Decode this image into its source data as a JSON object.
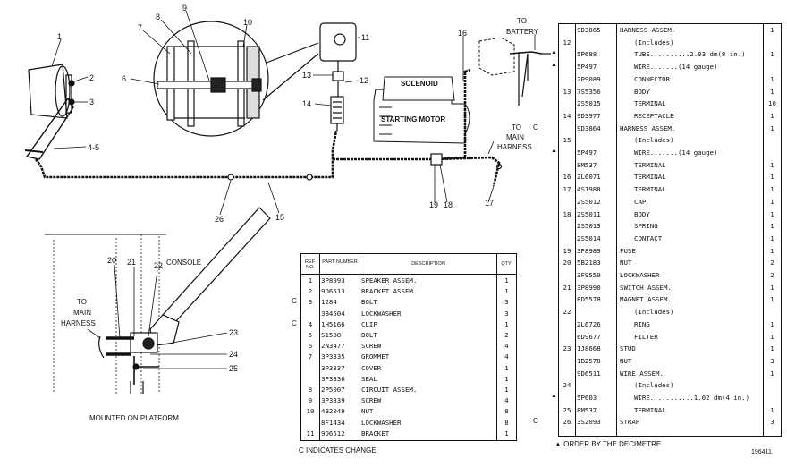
{
  "diagram": {
    "callouts": [
      "1",
      "2",
      "3",
      "4-5",
      "6",
      "7",
      "8",
      "9",
      "10",
      "11",
      "12",
      "13",
      "14",
      "15",
      "16",
      "17",
      "18",
      "19",
      "20",
      "21",
      "22",
      "23",
      "24",
      "25",
      "26"
    ],
    "labels": {
      "to_battery_1": "TO",
      "to_battery_2": "BATTERY",
      "solenoid": "SOLENOID",
      "starting_motor": "STARTING MOTOR",
      "to_main_harness_right_1": "TO",
      "to_main_harness_right_2": "MAIN",
      "to_main_harness_right_3": "HARNESS",
      "to_main_harness_left_1": "TO",
      "to_main_harness_left_2": "MAIN",
      "to_main_harness_left_3": "HARNESS",
      "console": "CONSOLE",
      "mounted_on_platform": "MOUNTED ON PLATFORM"
    }
  },
  "table1": {
    "headers": {
      "ref": "REF. NO.",
      "part": "PART NUMBER",
      "desc": "DESCRIPTION",
      "qty": "QTY"
    },
    "rows": [
      {
        "c": "",
        "ref": "1",
        "part": "3P8993",
        "desc": "SPEAKER ASSEM.",
        "qty": "1"
      },
      {
        "c": "",
        "ref": "2",
        "part": "9D6513",
        "desc": "BRACKET ASSEM.",
        "qty": "1"
      },
      {
        "c": "C",
        "ref": "3",
        "part": "1284",
        "desc": "BOLT",
        "qty": "3"
      },
      {
        "c": "",
        "ref": "",
        "part": "3B4504",
        "desc": "LOCKWASHER",
        "qty": "3"
      },
      {
        "c": "C",
        "ref": "4",
        "part": "1H5166",
        "desc": "CLIP",
        "qty": "1"
      },
      {
        "c": "",
        "ref": "5",
        "part": "S1588",
        "desc": "BOLT",
        "qty": "2"
      },
      {
        "c": "",
        "ref": "6",
        "part": "2N3477",
        "desc": "SCREW",
        "qty": "4"
      },
      {
        "c": "",
        "ref": "7",
        "part": "3P3335",
        "desc": "GROMMET",
        "qty": "4"
      },
      {
        "c": "",
        "ref": "",
        "part": "3P3337",
        "desc": "COVER",
        "qty": "1"
      },
      {
        "c": "",
        "ref": "",
        "part": "3P3336",
        "desc": "SEAL",
        "qty": "1"
      },
      {
        "c": "",
        "ref": "8",
        "part": "2P5007",
        "desc": "CIRCUIT ASSEM.",
        "qty": "1"
      },
      {
        "c": "",
        "ref": "9",
        "part": "3P3339",
        "desc": "SCREW",
        "qty": "4"
      },
      {
        "c": "",
        "ref": "10",
        "part": "4B2049",
        "desc": "NUT",
        "qty": "8"
      },
      {
        "c": "",
        "ref": "",
        "part": "8F1434",
        "desc": "LOCKWASHER",
        "qty": "8"
      },
      {
        "c": "",
        "ref": "11",
        "part": "9D6512",
        "desc": "BRACKET",
        "qty": "1"
      }
    ],
    "footnote": "C INDICATES CHANGE"
  },
  "table2": {
    "rows": [
      {
        "mark": "",
        "c": "",
        "ref": "",
        "part": "9D3865",
        "desc": "HARNESS ASSEM.",
        "qty": "1"
      },
      {
        "mark": "",
        "c": "",
        "ref": "12",
        "part": "",
        "desc": "(Includes)",
        "qty": ""
      },
      {
        "mark": "▲",
        "c": "",
        "ref": "",
        "part": "5P688",
        "desc": "TUBE..........2.03 dm(8 in.)",
        "qty": "1"
      },
      {
        "mark": "▲",
        "c": "",
        "ref": "",
        "part": "5P497",
        "desc": "WIRE.......(14 gauge)",
        "qty": ""
      },
      {
        "mark": "",
        "c": "",
        "ref": "",
        "part": "2P9089",
        "desc": "CONNECTOR",
        "qty": "1"
      },
      {
        "mark": "",
        "c": "",
        "ref": "13",
        "part": "7S5356",
        "desc": "BODY",
        "qty": "1"
      },
      {
        "mark": "",
        "c": "",
        "ref": "",
        "part": "2S5015",
        "desc": "TERMINAL",
        "qty": "10"
      },
      {
        "mark": "",
        "c": "",
        "ref": "14",
        "part": "9D3977",
        "desc": "RECEPTACLE",
        "qty": "1"
      },
      {
        "mark": "",
        "c": "C",
        "ref": "",
        "part": "9D3864",
        "desc": "HARNESS ASSEM.",
        "qty": "1"
      },
      {
        "mark": "",
        "c": "",
        "ref": "15",
        "part": "",
        "desc": "(Includes)",
        "qty": ""
      },
      {
        "mark": "▲",
        "c": "",
        "ref": "",
        "part": "5P497",
        "desc": "WIRE.......(14 gauge)",
        "qty": ""
      },
      {
        "mark": "",
        "c": "",
        "ref": "",
        "part": "8M537",
        "desc": "TERMINAL",
        "qty": "1"
      },
      {
        "mark": "",
        "c": "",
        "ref": "16",
        "part": "2L6071",
        "desc": "TERMINAL",
        "qty": "1"
      },
      {
        "mark": "",
        "c": "",
        "ref": "17",
        "part": "4S1988",
        "desc": "TERMINAL",
        "qty": "1"
      },
      {
        "mark": "",
        "c": "",
        "ref": "",
        "part": "2S5012",
        "desc": "CAP",
        "qty": "1"
      },
      {
        "mark": "",
        "c": "",
        "ref": "18",
        "part": "2S5011",
        "desc": "BODY",
        "qty": "1"
      },
      {
        "mark": "",
        "c": "",
        "ref": "",
        "part": "2S5013",
        "desc": "SPRING",
        "qty": "1"
      },
      {
        "mark": "",
        "c": "",
        "ref": "",
        "part": "2S5014",
        "desc": "CONTACT",
        "qty": "1"
      },
      {
        "mark": "",
        "c": "",
        "ref": "19",
        "part": "3P8989",
        "desc": "FUSE",
        "qty": "1"
      },
      {
        "mark": "",
        "c": "",
        "ref": "20",
        "part": "5B2183",
        "desc": "NUT",
        "qty": "2"
      },
      {
        "mark": "",
        "c": "",
        "ref": "",
        "part": "3F9559",
        "desc": "LOCKWASHER",
        "qty": "2"
      },
      {
        "mark": "",
        "c": "",
        "ref": "21",
        "part": "3P8990",
        "desc": "SWITCH ASSEM.",
        "qty": "1"
      },
      {
        "mark": "",
        "c": "",
        "ref": "",
        "part": "8D5578",
        "desc": "MAGNET ASSEM.",
        "qty": "1"
      },
      {
        "mark": "",
        "c": "",
        "ref": "22",
        "part": "",
        "desc": "(Includes)",
        "qty": ""
      },
      {
        "mark": "",
        "c": "",
        "ref": "",
        "part": "2L6726",
        "desc": "RING",
        "qty": "1"
      },
      {
        "mark": "",
        "c": "",
        "ref": "",
        "part": "6D9677",
        "desc": "FILTER",
        "qty": "1"
      },
      {
        "mark": "",
        "c": "",
        "ref": "23",
        "part": "1J8668",
        "desc": "STUD",
        "qty": "1"
      },
      {
        "mark": "",
        "c": "",
        "ref": "",
        "part": "1B2578",
        "desc": "NUT",
        "qty": "3"
      },
      {
        "mark": "",
        "c": "",
        "ref": "",
        "part": "9D6511",
        "desc": "WIRE ASSEM.",
        "qty": "1"
      },
      {
        "mark": "",
        "c": "",
        "ref": "24",
        "part": "",
        "desc": "(Includes)",
        "qty": ""
      },
      {
        "mark": "▲",
        "c": "",
        "ref": "",
        "part": "5P603",
        "desc": "WIRE...........1.02 dm(4 in.)",
        "qty": ""
      },
      {
        "mark": "",
        "c": "",
        "ref": "25",
        "part": "8M537",
        "desc": "TERMINAL",
        "qty": "1"
      },
      {
        "mark": "",
        "c": "C",
        "ref": "26",
        "part": "3S2093",
        "desc": "STRAP",
        "qty": "3"
      }
    ],
    "footnote": "▲ ORDER BY THE DECIMETRE",
    "figure_number": "196411"
  }
}
